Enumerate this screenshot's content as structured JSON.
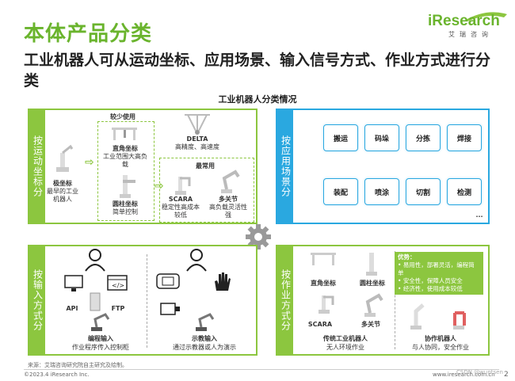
{
  "header": {
    "title": "本体产品分类",
    "subtitle": "工业机器人可从运动坐标、应用场景、输入信号方式、作业方式进行分类",
    "logo_text": "iResearch",
    "logo_sub": "艾瑞咨询"
  },
  "diagram_title": "工业机器人分类情况",
  "motion_panel": {
    "side_label": "按运动坐标分",
    "rarely_used": "较少使用",
    "most_used": "最常用",
    "items": [
      {
        "name": "极坐标",
        "desc": "最早的工业机器人"
      },
      {
        "name": "直角坐标",
        "desc": "工业范围大高负载"
      },
      {
        "name": "圆柱坐标",
        "desc": "简单控制"
      },
      {
        "name": "DELTA",
        "desc": "高精度、高速度"
      },
      {
        "name": "SCARA",
        "desc": "稳定性高成本较低"
      },
      {
        "name": "多关节",
        "desc": "高负载灵活性强"
      }
    ]
  },
  "application_panel": {
    "side_label": "按应用场景分",
    "items": [
      "搬运",
      "码垛",
      "分拣",
      "焊接",
      "装配",
      "喷涂",
      "切割",
      "检测"
    ],
    "more": "..."
  },
  "input_panel": {
    "side_label": "按输入方式分",
    "labels": {
      "api": "API",
      "ftp": "FTP"
    },
    "programming": {
      "name": "编程输入",
      "desc": "作业程序传入控制柜"
    },
    "teaching": {
      "name": "示教输入",
      "desc": "通过示教器或人为演示"
    }
  },
  "work_panel": {
    "side_label": "按作业方式分",
    "robots": [
      "直角坐标",
      "圆柱坐标",
      "SCARA",
      "多关节"
    ],
    "traditional": {
      "name": "传统工业机器人",
      "desc": "无人环境作业"
    },
    "advantages_title": "优势：",
    "advantages": [
      "易用性，部署灵活，编程简单",
      "安全性，保障人员安全",
      "经济性，使用成本较低"
    ],
    "collaborative": {
      "name": "协作机器人",
      "desc": "与人协同，安全作业"
    }
  },
  "footer": {
    "source": "来源：艾瑞咨询研究院自主研究及绘制。",
    "copyright": "©2023.4 iResearch Inc.",
    "website": "www.iresearch.com.cn",
    "watermark": "CSDN @wuntsen",
    "page": "2"
  },
  "colors": {
    "green": "#8cc63f",
    "blue": "#2aa8e0",
    "title_green": "#6ab42d"
  }
}
